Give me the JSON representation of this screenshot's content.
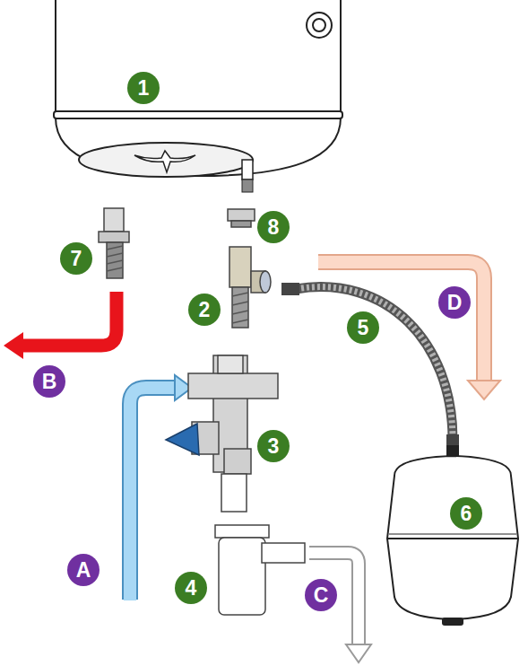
{
  "diagram": {
    "labels": [
      "1",
      "7",
      "8",
      "2",
      "5",
      "D",
      "B",
      "3",
      "A",
      "4",
      "C",
      "6"
    ]
  }
}
